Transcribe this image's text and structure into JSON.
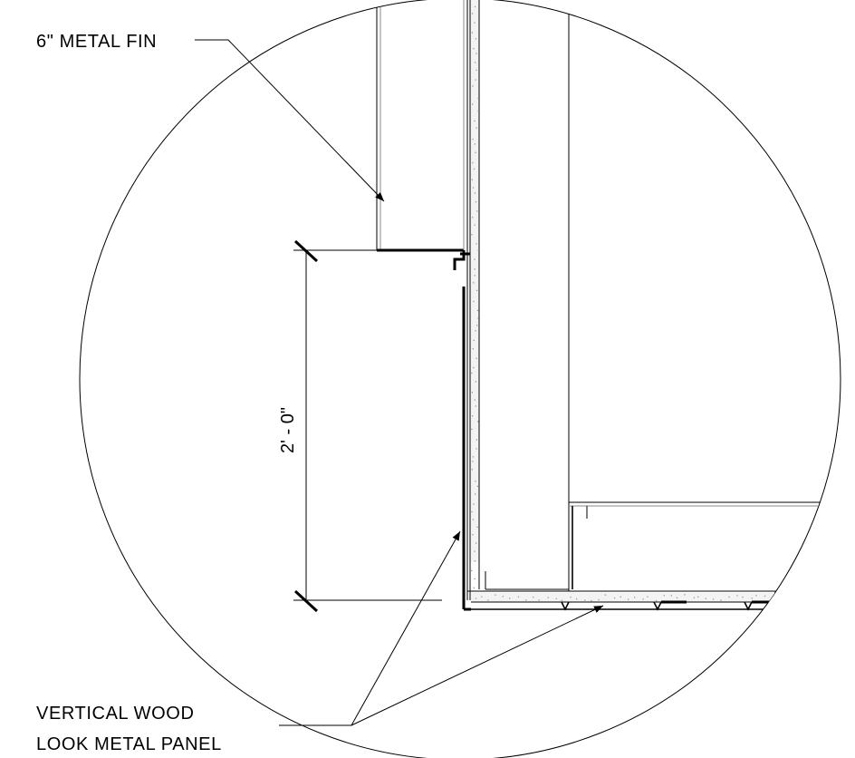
{
  "labels": {
    "fin_note": "6\" METAL FIN",
    "panel_note_line1": "VERTICAL WOOD",
    "panel_note_line2": "LOOK METAL PANEL",
    "dimension": "2' - 0\""
  },
  "colors": {
    "linework": "#000000",
    "light_linework": "#8a8a8a",
    "insulation_fill": "#f3f3f3",
    "background": "#ffffff"
  }
}
